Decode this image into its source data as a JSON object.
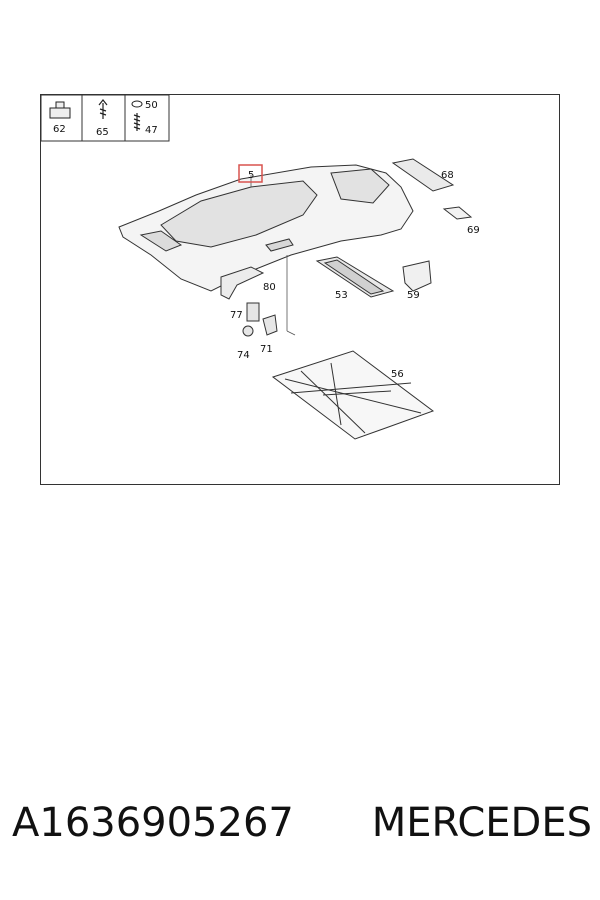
{
  "legend_parts": [
    {
      "label": "62"
    },
    {
      "label": "65"
    },
    {
      "label": "50"
    },
    {
      "label": "47"
    }
  ],
  "callouts": [
    "5",
    "68",
    "69",
    "80",
    "53",
    "59",
    "77",
    "74",
    "71",
    "56"
  ],
  "highlight_color": "#d9534f",
  "caption": {
    "part_number": "A1636905267",
    "brand": "MERCEDES"
  }
}
